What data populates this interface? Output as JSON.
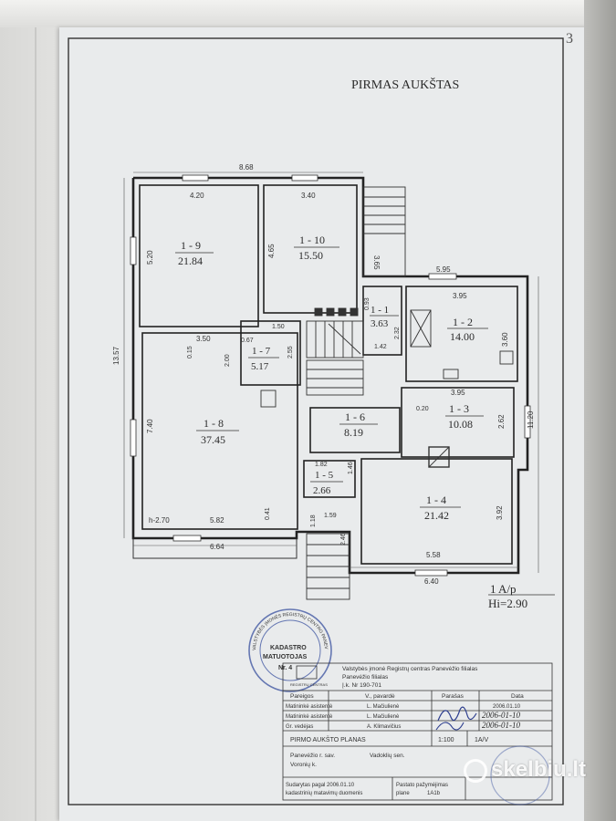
{
  "page_number": "3",
  "title": "PIRMAS AUKŠTAS",
  "overall": {
    "width": "8.68",
    "depth": "13.57",
    "right_depth": "11.20",
    "stair_left": "3.65",
    "top_right": "5.95",
    "bottom_right": "6.40",
    "bottom_left": "6.64"
  },
  "rooms": [
    {
      "id": "1 - 9",
      "area": "21.84",
      "dims": [
        "4.20",
        "5.20"
      ]
    },
    {
      "id": "1 - 10",
      "area": "15.50",
      "dims": [
        "3.40",
        "4.65"
      ]
    },
    {
      "id": "1 - 1",
      "area": "3.63",
      "dims": [
        "0.93",
        "2.32",
        "1.42"
      ]
    },
    {
      "id": "1 - 2",
      "area": "14.00",
      "dims": [
        "3.95",
        "3.60"
      ]
    },
    {
      "id": "1 - 7",
      "area": "5.17",
      "dims": [
        "1.50",
        "0.67",
        "2.55"
      ]
    },
    {
      "id": "1 - 8",
      "area": "37.45",
      "dims": [
        "3.50",
        "0.15",
        "2.00",
        "7.40",
        "5.82",
        "0.41",
        "h-2.70"
      ]
    },
    {
      "id": "1 - 3",
      "area": "10.08",
      "dims": [
        "3.95",
        "0.20",
        "2.62"
      ]
    },
    {
      "id": "1 - 6",
      "area": "8.19",
      "dims": []
    },
    {
      "id": "1 - 5",
      "area": "2.66",
      "dims": [
        "1.82",
        "1.46"
      ]
    },
    {
      "id": "1 - 4",
      "area": "21.42",
      "dims": [
        "5.58",
        "3.92"
      ]
    },
    {
      "id": "stairs",
      "area": "",
      "dims": [
        "1.18",
        "1.59",
        "2.46"
      ]
    }
  ],
  "legend": {
    "label": "1 A/p",
    "height": "Hi=2.90"
  },
  "stamp": {
    "outer_text": "VALSTYBĖS ĮMONĖS REGISTRŲ CENTRO PANEVĖŽIO FILIALAS",
    "line1": "KADASTRO",
    "line2": "MATUOTOJAS",
    "line3": "Nr. 4",
    "logo_text": "REGISTRŲ CENTRAS"
  },
  "title_block": {
    "org": [
      "Valstybės įmonė Registrų centras Panevėžio filialas",
      "Panevėžio filialas",
      "Į.k. Nr 190-701"
    ],
    "headers": [
      "Pareigos",
      "V., pavardė",
      "Parašas",
      "Data"
    ],
    "rows": [
      [
        "Matininkė asistentė",
        "L. Mačiulienė",
        "",
        "2006.01.10"
      ],
      [
        "Matininkė asistentė",
        "L. Mačiulienė",
        "",
        "2006-01-10"
      ],
      [
        "Gr. vedėjas",
        "A. Klimavičius",
        "",
        "2006-01-10"
      ]
    ],
    "plan_name": "PIRMO AUKŠTO PLANAS",
    "scale": "1:100",
    "code": "1A/V",
    "address": [
      "Panevėžio r. sav.",
      "Vadoklių sen.",
      "Voronių k."
    ],
    "footer_left": [
      "Sudarytas pagal 2006.01.10",
      "kadastrinių matavimų duomenis"
    ],
    "footer_right": [
      "Pastato pažymėjimas",
      "plane",
      "1A1b"
    ]
  },
  "watermark": "skelbiu.lt"
}
